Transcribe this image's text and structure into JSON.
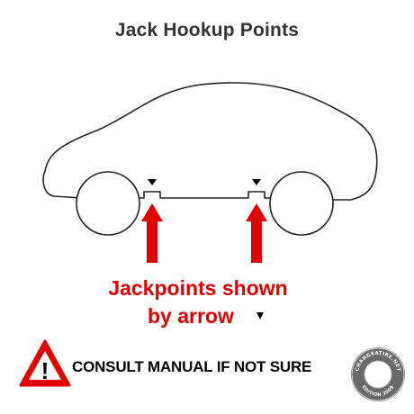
{
  "title": "Jack Hookup Points",
  "caption_line1": "Jackpoints shown",
  "caption_line2": "by arrow",
  "warning_text": "CONSULT MANUAL IF NOT SURE",
  "warning_symbol": "!",
  "badge_text_top": "CHANGEATIRE.NET",
  "badge_text_bottom": "EDITION 2009",
  "colors": {
    "arrow": "#e00000",
    "caption": "#e00000",
    "outline": "#222222",
    "title": "#333333"
  },
  "icons": [
    "warning-triangle-icon",
    "jack-point-marker-icon",
    "up-arrow-icon",
    "badge-seal-icon"
  ]
}
